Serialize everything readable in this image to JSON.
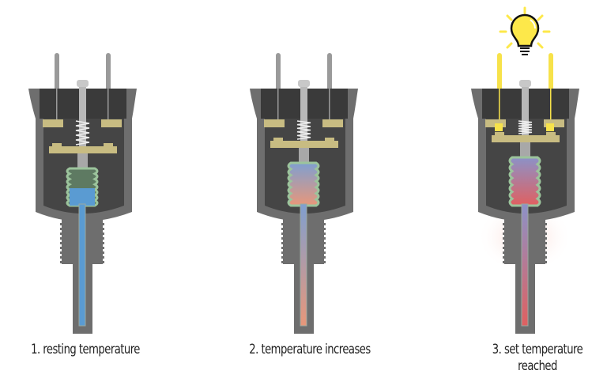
{
  "stages": [
    {
      "label": "1. resting temperature",
      "state": "resting",
      "fluid_top": "#5a9bd2",
      "fluid_bottom": "#5a9bd2",
      "pins_color": "#9a9a9a",
      "light_on": false
    },
    {
      "label": "2. temperature increases",
      "state": "increasing",
      "fluid_top": "#7f9fd0",
      "fluid_bottom": "#e8977a",
      "pins_color": "#9a9a9a",
      "light_on": false
    },
    {
      "label_line1": "3. set temperature",
      "label_line2": "reached",
      "state": "set-point reached",
      "fluid_top": "#8c92c8",
      "fluid_bottom": "#e06060",
      "pins_color": "#f7e24a",
      "light_on": true
    }
  ],
  "colors": {
    "body": "#6e6e6e",
    "cap": "#3a3a3a",
    "chamber": "#454545",
    "contact": "#c8bc82",
    "bellows": "#9cc49c",
    "bulb": "#fde84a"
  },
  "icons": {
    "bulb": "lightbulb-icon"
  }
}
